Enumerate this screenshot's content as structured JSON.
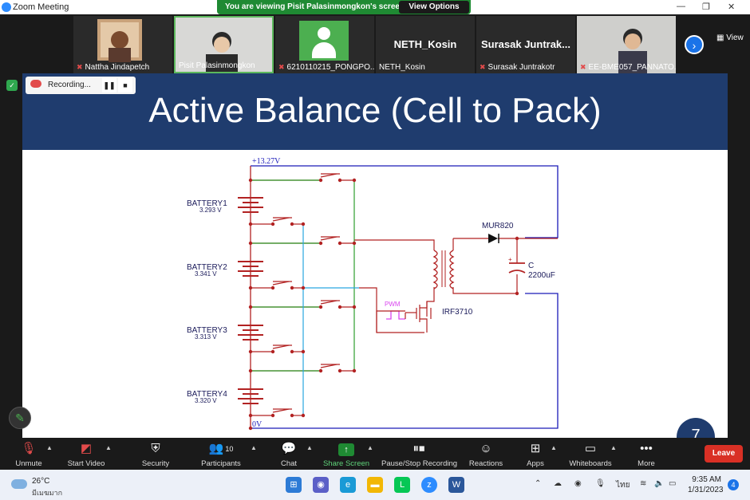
{
  "window": {
    "title": "Zoom Meeting",
    "banner": "You are viewing Pisit Palasinmongkon's screen",
    "view_options": "View Options",
    "view_label": "View"
  },
  "participants": [
    {
      "name": "Nattha Jindapetch",
      "muted": true
    },
    {
      "name": "Pisit Palasinmongkon",
      "muted": false
    },
    {
      "name": "6210110215_PONGPO...",
      "muted": true
    },
    {
      "name": "NETH_Kosin",
      "muted": false,
      "display": "NETH_Kosin"
    },
    {
      "name": "Surasak Juntrakotr",
      "muted": true,
      "display": "Surasak  Juntrak..."
    },
    {
      "name": "EE-BME057_PANNATO...",
      "muted": true
    }
  ],
  "recording": {
    "label": "Recording...",
    "pause_icon": "pause-icon",
    "stop_icon": "stop-icon"
  },
  "slide": {
    "title": "Active Balance (Cell to Pack)",
    "page": "7",
    "circuit": {
      "top_voltage": "+13.27V",
      "bottom_voltage": "0V",
      "batteries": [
        {
          "name": "BATTERY1",
          "voltage": "3.293 V"
        },
        {
          "name": "BATTERY2",
          "voltage": "3.341 V"
        },
        {
          "name": "BATTERY3",
          "voltage": "3.313 V"
        },
        {
          "name": "BATTERY4",
          "voltage": "3.320 V"
        }
      ],
      "diode": "MUR820",
      "capacitor_name": "C",
      "capacitor_value": "2200uF",
      "pwm": "PWM",
      "mosfet": "IRF3710"
    }
  },
  "toolbar": {
    "unmute": "Unmute",
    "start_video": "Start Video",
    "security": "Security",
    "participants": "Participants",
    "participants_count": "10",
    "chat": "Chat",
    "share_screen": "Share Screen",
    "pause_stop": "Pause/Stop Recording",
    "reactions": "Reactions",
    "apps": "Apps",
    "whiteboards": "Whiteboards",
    "more": "More",
    "leave": "Leave"
  },
  "taskbar": {
    "temperature": "26°C",
    "condition": "มีเมฆมาก",
    "language": "ไทย",
    "time": "9:35 AM",
    "date": "1/31/2023",
    "notifications": "4"
  },
  "colors": {
    "slide_header": "#1f3c6e",
    "wire_red": "#b22222",
    "wire_green": "#2e9e2e",
    "wire_blue": "#1a1ab8",
    "wire_cyan": "#29a7e0",
    "share_green": "#1f8a33",
    "leave_red": "#d93025"
  }
}
